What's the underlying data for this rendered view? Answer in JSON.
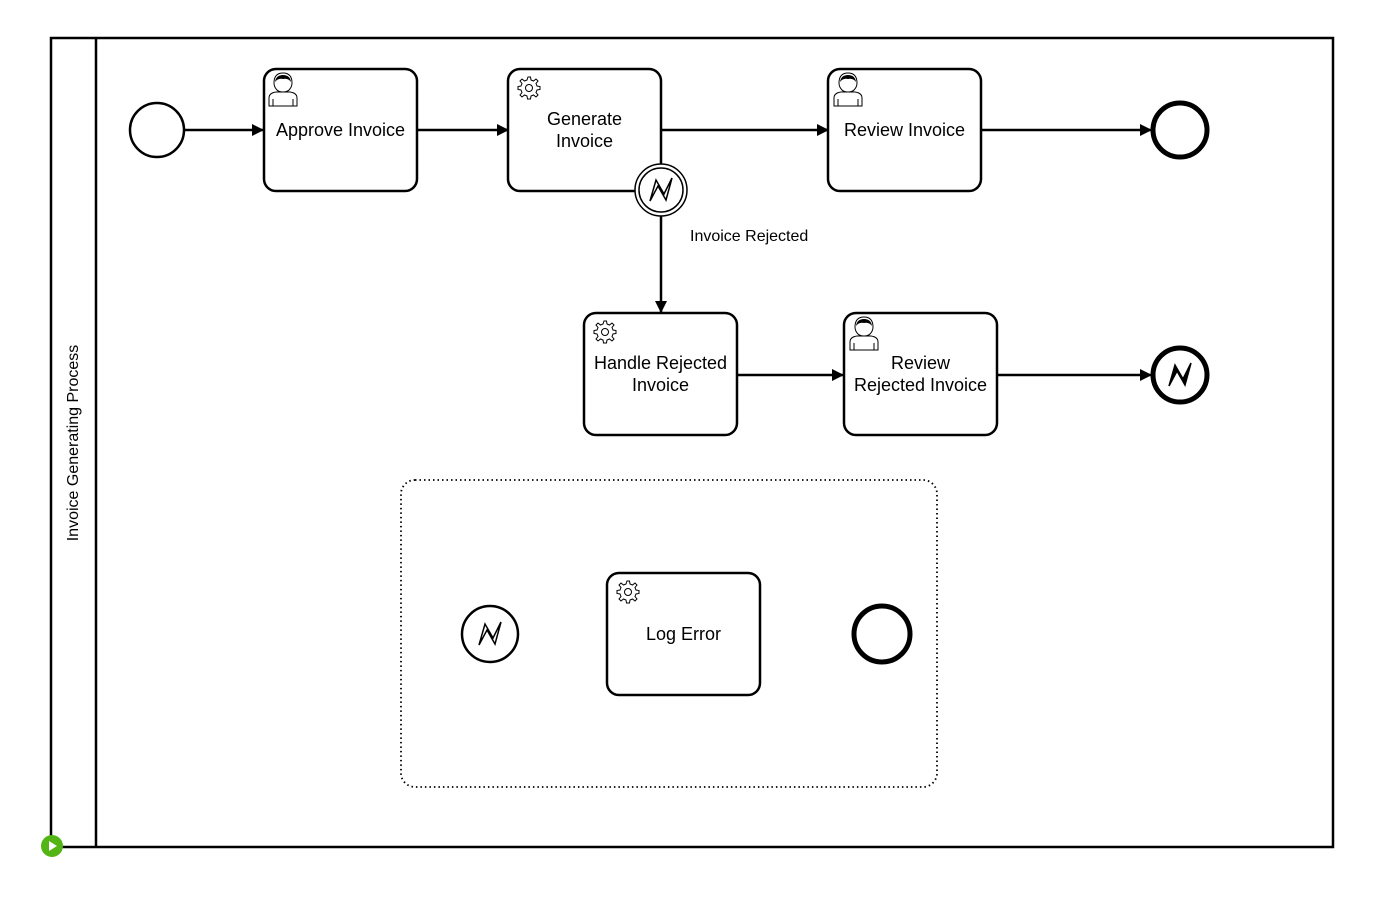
{
  "pool": {
    "label": "Invoice Generating Process"
  },
  "tasks": {
    "approve_invoice": {
      "lines": [
        "Approve Invoice"
      ],
      "type": "user"
    },
    "generate_invoice": {
      "lines": [
        "Generate",
        "Invoice"
      ],
      "type": "service"
    },
    "review_invoice": {
      "lines": [
        "Review Invoice"
      ],
      "type": "user"
    },
    "handle_rejected_invoice": {
      "lines": [
        "Handle Rejected",
        "Invoice"
      ],
      "type": "service"
    },
    "review_rejected_invoice": {
      "lines": [
        "Review",
        "Rejected Invoice"
      ],
      "type": "user"
    },
    "log_error": {
      "lines": [
        "Log Error"
      ],
      "type": "service"
    }
  },
  "flows": {
    "invoice_rejected_label": "Invoice Rejected"
  },
  "events": {
    "start": "start-event",
    "end_main": "end-event",
    "end_error": "error-end-event",
    "boundary_error": "error-boundary-event",
    "subprocess_start": "error-start-event",
    "subprocess_end": "end-event"
  },
  "subprocess": {
    "style": "event-subprocess-dotted"
  },
  "colors": {
    "stroke": "#000000",
    "fill": "#ffffff",
    "play": "#52b415"
  }
}
